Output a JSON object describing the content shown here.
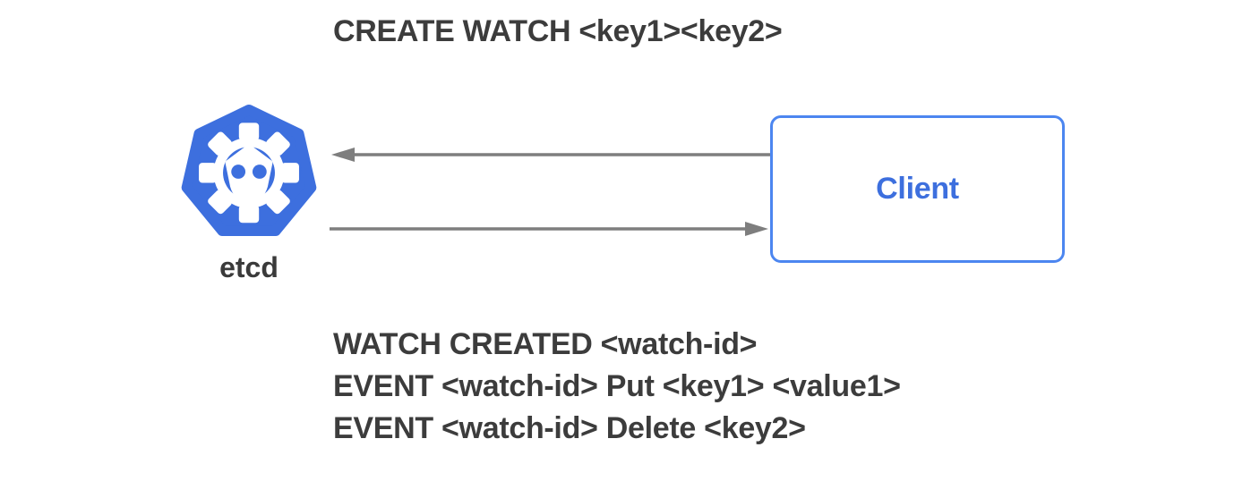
{
  "diagram": {
    "request_label": "CREATE WATCH <key1><key2>",
    "etcd": {
      "label": "etcd",
      "icon": "etcd-heptagon-gear-icon"
    },
    "client": {
      "label": "Client"
    },
    "responses": [
      "WATCH CREATED <watch-id>",
      "EVENT <watch-id> Put <key1> <value1>",
      "EVENT <watch-id> Delete <key2>"
    ],
    "arrows": [
      {
        "name": "client-to-etcd",
        "direction": "left"
      },
      {
        "name": "etcd-to-client",
        "direction": "right"
      }
    ],
    "colors": {
      "brand_blue": "#3D6FDE",
      "client_border": "#4C86F0",
      "client_text": "#3D6FDE",
      "arrow_gray": "#7E7E7E",
      "text_dark": "#3C3C3C",
      "background": "#FFFFFF"
    }
  }
}
